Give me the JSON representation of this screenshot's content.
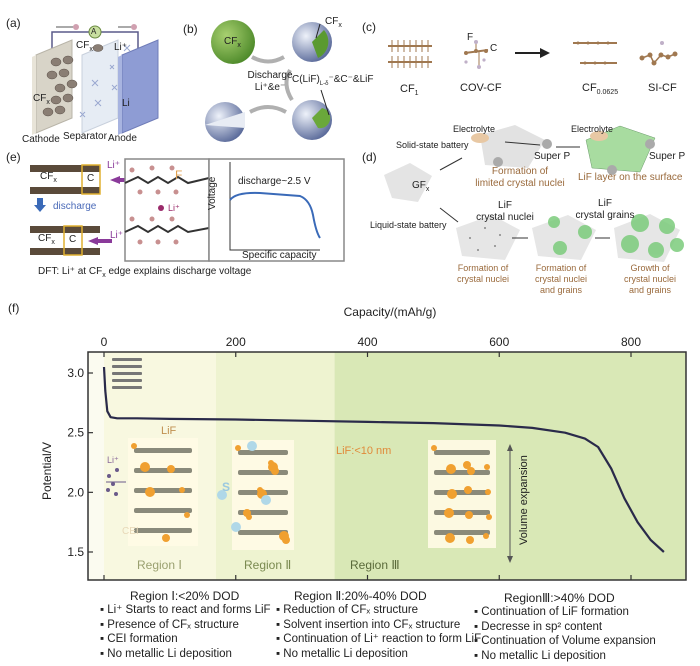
{
  "panels": {
    "a": {
      "label": "(a)",
      "ammeter": "A",
      "cf_top": "CF",
      "cf_top_sub": "x",
      "li_ion": "Li⁺",
      "cf_left": "CF",
      "cf_left_sub": "x",
      "anode_metal": "Li",
      "captions": [
        "Cathode",
        "Separator",
        "Anode"
      ]
    },
    "b": {
      "label": "(b)",
      "sphere_label": "CF",
      "sphere_label_sub": "x",
      "cf_core": "CF",
      "cf_core_sub": "x",
      "discharge": "Discharge",
      "discharge_species": "Li⁺&e⁻",
      "product": "C(LiF)",
      "product_sub": "L-δ",
      "product_rest": "⁻&C⁻&LiF"
    },
    "c": {
      "label": "(c)",
      "structures": [
        {
          "name": "CF",
          "sub": "1"
        },
        {
          "name": "COV-CF",
          "sub": ""
        },
        {
          "name": "CF",
          "sub": "0.0625"
        },
        {
          "name": "SI-CF",
          "sub": ""
        }
      ],
      "atom_labels": [
        "F",
        "C"
      ]
    },
    "d": {
      "label": "(d)",
      "start": "GF",
      "start_sub": "x",
      "solid": {
        "title": "Solid-state battery",
        "electrolyte1": "Electrolyte",
        "superp1": "Super P",
        "caption1": [
          "Formation of",
          "limited crystal nuclei"
        ],
        "electrolyte2": "Electrolyte",
        "superp2": "Super P",
        "caption2": "LiF layer on the surface"
      },
      "liquid": {
        "title": "Liquid-state battery",
        "nuclei_label": [
          "LiF",
          "crystal nuclei"
        ],
        "grains_label": [
          "LiF",
          "crystal grains"
        ],
        "captions": [
          [
            "Formation of",
            "crystal nuclei"
          ],
          [
            "Formation of",
            "crystal nuclei",
            "and grains"
          ],
          [
            "Growth of",
            "crystal nuclei",
            "and grains"
          ]
        ]
      }
    },
    "e": {
      "label": "(e)",
      "cf_top": "CF",
      "cf_sub": "x",
      "c_label": "C",
      "li": "Li⁺",
      "discharge": "discharge",
      "cf_bottom": "CF",
      "fluorine": "F",
      "li_center": "Li⁺",
      "mini_chart": {
        "ylabel": "Voltage",
        "xlabel": "Specific capacity",
        "annotation": "discharge~2.5 V"
      },
      "caption": "DFT: Li⁺ at CF",
      "caption_sub": "x",
      "caption_rest": " edge explains discharge voltage"
    },
    "f": {
      "label": "(f)"
    }
  },
  "chart_data": {
    "type": "line",
    "title": "",
    "xlabel": "Capacity/(mAh/g)",
    "ylabel": "Potential/V",
    "xlim": [
      -20,
      890
    ],
    "ylim": [
      1.3,
      3.25
    ],
    "x_axis_position": "top",
    "xticks": [
      0,
      200,
      400,
      600,
      800
    ],
    "yticks": [
      1.5,
      2.0,
      2.5,
      3.0
    ],
    "xtick_labels": [
      "0",
      "200",
      "400",
      "600",
      "800"
    ],
    "ytick_labels": [
      "1.5",
      "2.0",
      "2.5",
      "3.0"
    ],
    "grid": false,
    "series": [
      {
        "name": "discharge curve",
        "color": "#2a2a4a",
        "x": [
          0,
          2,
          5,
          10,
          20,
          50,
          100,
          200,
          300,
          400,
          500,
          600,
          650,
          700,
          730,
          750,
          770,
          790,
          810,
          830,
          850
        ],
        "y": [
          3.05,
          2.85,
          2.68,
          2.63,
          2.62,
          2.62,
          2.615,
          2.61,
          2.6,
          2.59,
          2.58,
          2.56,
          2.54,
          2.5,
          2.45,
          2.38,
          2.2,
          1.95,
          1.75,
          1.6,
          1.5
        ]
      }
    ],
    "regions": [
      {
        "name": "Region Ⅰ",
        "x_range": [
          0,
          170
        ],
        "color": "#f8f8e0"
      },
      {
        "name": "Region Ⅱ",
        "x_range": [
          170,
          350
        ],
        "color": "#eef3d0"
      },
      {
        "name": "Region Ⅲ",
        "x_range": [
          350,
          890
        ],
        "color": "#d9e8b6"
      }
    ],
    "annotations": [
      {
        "text": "Li⁺",
        "region": "I"
      },
      {
        "text": "LiF",
        "region": "I"
      },
      {
        "text": "CEI",
        "region": "I"
      },
      {
        "text": "S",
        "region": "II"
      },
      {
        "text": "LiF:<10 nm",
        "region": "III"
      },
      {
        "text": "Volume expansion",
        "region": "III"
      }
    ]
  },
  "regions_text": [
    {
      "title": "Region Ⅰ:<20% DOD",
      "bullets": [
        "Li⁺ Starts to react and forms LiF",
        "Presence of CFₓ structure",
        "CEI formation",
        "No metallic Li deposition"
      ]
    },
    {
      "title": "Region Ⅱ:20%-40% DOD",
      "bullets": [
        "Reduction of CFₓ structure",
        "Solvent insertion into CFₓ structure",
        "Continuation of Li⁺ reaction to form LiF",
        "No metallic Li deposition"
      ]
    },
    {
      "title": "RegionⅢ:>40% DOD",
      "bullets": [
        "Continuation of LiF formation",
        "Decresse in sp² content",
        "Continuation of Volume expansion",
        "No metallic Li deposition"
      ]
    }
  ]
}
